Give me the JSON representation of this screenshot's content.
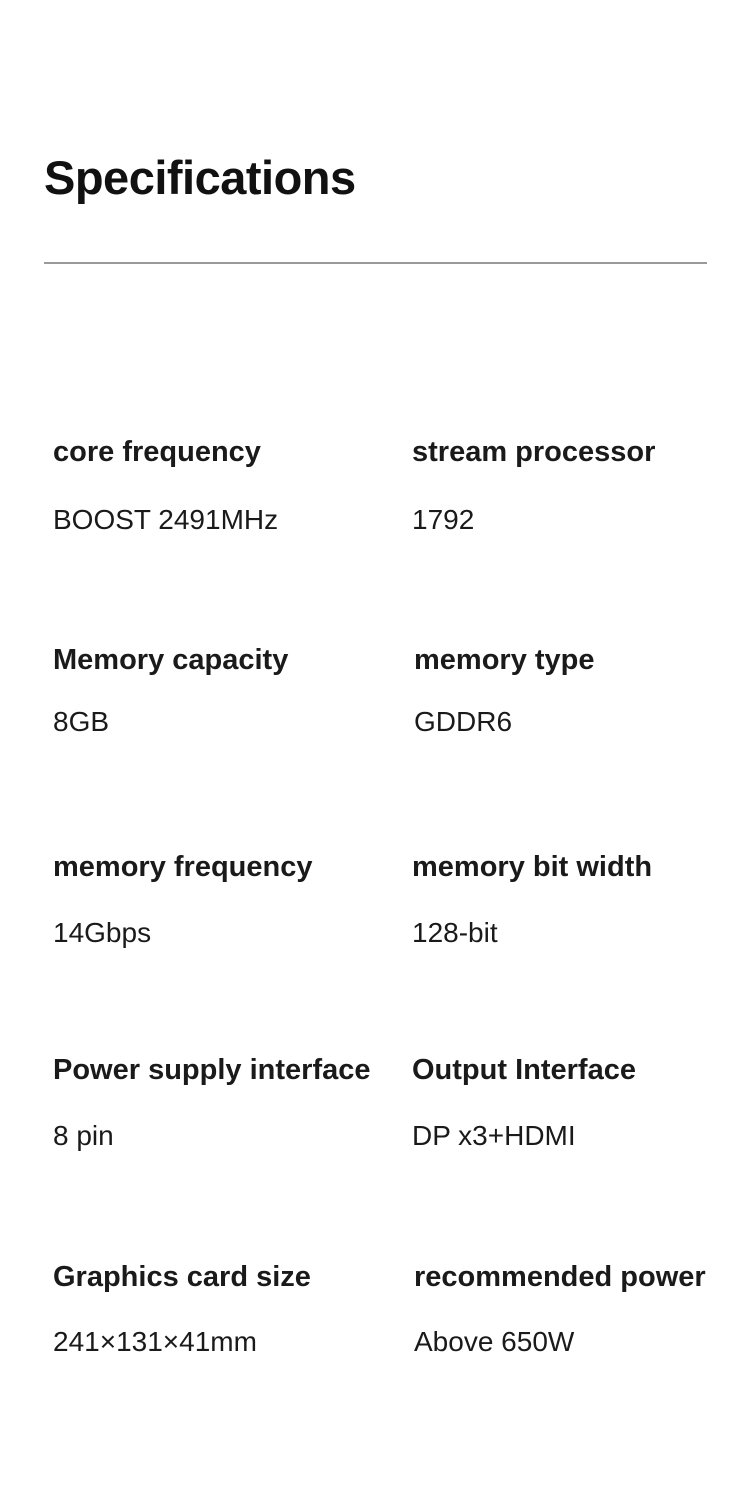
{
  "header": {
    "title": "Specifications"
  },
  "specs": [
    {
      "label": "core frequency",
      "value": "BOOST 2491MHz"
    },
    {
      "label": "stream processor",
      "value": "1792"
    },
    {
      "label": "Memory capacity",
      "value": "8GB"
    },
    {
      "label": "memory type",
      "value": "GDDR6"
    },
    {
      "label": "memory frequency",
      "value": "14Gbps"
    },
    {
      "label": "memory bit width",
      "value": "128-bit"
    },
    {
      "label": "Power supply interface",
      "value": "8 pin"
    },
    {
      "label": "Output Interface",
      "value": "DP x3+HDMI"
    },
    {
      "label": "Graphics card size",
      "value": "241×131×41mm"
    },
    {
      "label": "recommended power",
      "value": "Above 650W"
    }
  ]
}
